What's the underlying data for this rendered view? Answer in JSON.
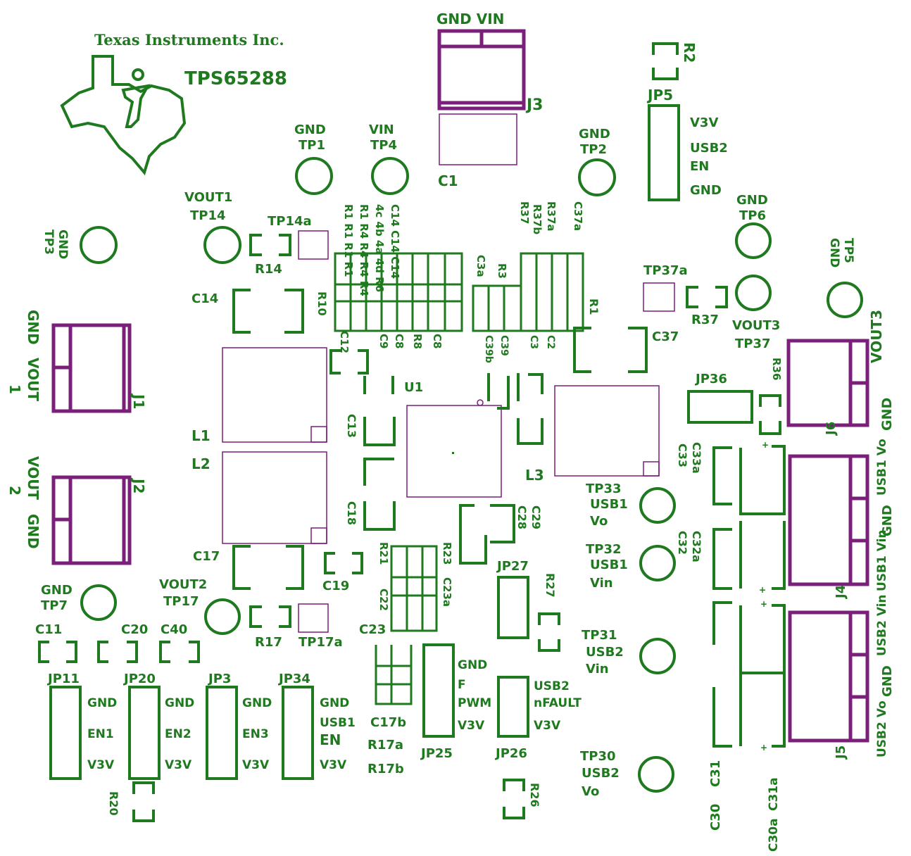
{
  "colors": {
    "silk": "#1f7a1f",
    "connector": "#7a1f7a",
    "outline": "#7a1f7a",
    "background": "#ffffff"
  },
  "brand": {
    "company": "Texas Instruments Inc.",
    "part": "TPS65288"
  },
  "labels": {
    "gnd_vin_top": "GND VIN",
    "j3": "J3",
    "c1": "C1",
    "tp1_net": "GND",
    "tp1": "TP1",
    "tp4_net": "VIN",
    "tp4": "TP4",
    "tp2_net": "GND",
    "tp2": "TP2",
    "r2": "R2",
    "jp5": "JP5",
    "jp5_1": "V3V",
    "jp5_2": "USB2",
    "jp5_3": "EN",
    "jp5_4": "GND",
    "vout1": "VOUT1",
    "tp14": "TP14",
    "tp14a": "TP14a",
    "r14": "R14",
    "tp3": "TP3",
    "tp3_net": "GND",
    "c14": "C14",
    "r10": "R10",
    "res_r1": "R1 R1 R1 R1",
    "res_r2": "R1 R4 R4 R4 R4",
    "res_r3": "4c 4b 4a 4d R6",
    "c14_row": "C14 C14 C14",
    "r37": "R37",
    "r37a": "R37a",
    "r37b": "R37b",
    "c37a": "C37a",
    "c3a": "C3a",
    "r3": "R3",
    "r1": "R1",
    "tp6_net": "GND",
    "tp6": "TP6",
    "tp5_net": "GND",
    "tp5": "TP5",
    "tp37a": "TP37a",
    "r37_b": "R37",
    "vout3": "VOUT3",
    "tp37": "TP37",
    "c37": "C37",
    "c12": "C12",
    "c9": "C9",
    "c8": "C8",
    "r8": "R8",
    "c8b": "C8",
    "c39b": "C39b",
    "c39": "C39",
    "c3": "C3",
    "c2": "C2",
    "j1_net_a": "GND",
    "j1_net_b": "VOUT",
    "j1_num": "1",
    "j1": "J1",
    "u1": "U1",
    "l1": "L1",
    "l2": "L2",
    "l3": "L3",
    "c13": "C13",
    "c18": "C18",
    "jp36": "JP36",
    "r36": "R36",
    "vout3_side": "VOUT3",
    "gnd_side_1": "GND",
    "j6": "J6",
    "j2_net_a": "VOUT",
    "j2_num": "2",
    "j2_net_b": "GND",
    "j2": "J2",
    "tp33": "TP33",
    "tp33_n1": "USB1",
    "tp33_n2": "Vo",
    "c33": "C33",
    "c33a": "C33a",
    "usb1_vo": "USB1 Vo",
    "gnd_side_2": "GND",
    "c29": "C29",
    "c28": "C28",
    "c17": "C17",
    "c19": "C19",
    "r21": "R21",
    "r23": "R23",
    "c23": "C23",
    "c23a": "C23a",
    "c22": "C22",
    "c23b": "C23",
    "jp27": "JP27",
    "r27": "R27",
    "tp32": "TP32",
    "tp32_n1": "USB1",
    "tp32_n2": "Vin",
    "c32": "C32",
    "c32a": "C32a",
    "usb1_vin": "USB1 Vin",
    "j4": "J4",
    "tp7_net": "GND",
    "tp7": "TP7",
    "vout2": "VOUT2",
    "tp17": "TP17",
    "r17": "R17",
    "tp17a": "TP17a",
    "c11": "C11",
    "c20": "C20",
    "c40": "C40",
    "tp31": "TP31",
    "tp31_n1": "USB2",
    "tp31_n2": "Vin",
    "usb2_vin": "USB2 Vin",
    "jp11": "JP11",
    "jp20": "JP20",
    "jp3": "JP3",
    "jp34": "JP34",
    "jp11_1": "GND",
    "jp11_2": "EN1",
    "jp11_3": "V3V",
    "jp20_1": "GND",
    "jp20_2": "EN2",
    "jp20_3": "V3V",
    "jp3_1": "GND",
    "jp3_2": "EN3",
    "jp3_3": "V3V",
    "jp34_1": "GND",
    "jp34_2": "USB1",
    "jp34_3": "EN",
    "jp34_4": "V3V",
    "jp25_1": "GND",
    "jp25_2": "F",
    "jp25_3": "PWM",
    "jp25_4": "V3V",
    "jp26_1": "USB2",
    "jp26_2": "nFAULT",
    "jp26_3": "V3V",
    "c17b": "C17b",
    "r17a": "R17a",
    "r17b": "R17b",
    "jp25": "JP25",
    "jp26": "JP26",
    "gnd_side_3": "GND",
    "usb2_vo": "USB2 Vo",
    "j5": "J5",
    "r20": "R20",
    "r26": "R26",
    "tp30": "TP30",
    "tp30_n1": "USB2",
    "tp30_n2": "Vo",
    "c30": "C30",
    "c31": "C31",
    "c30a": "C30a",
    "c31a": "C31a"
  }
}
